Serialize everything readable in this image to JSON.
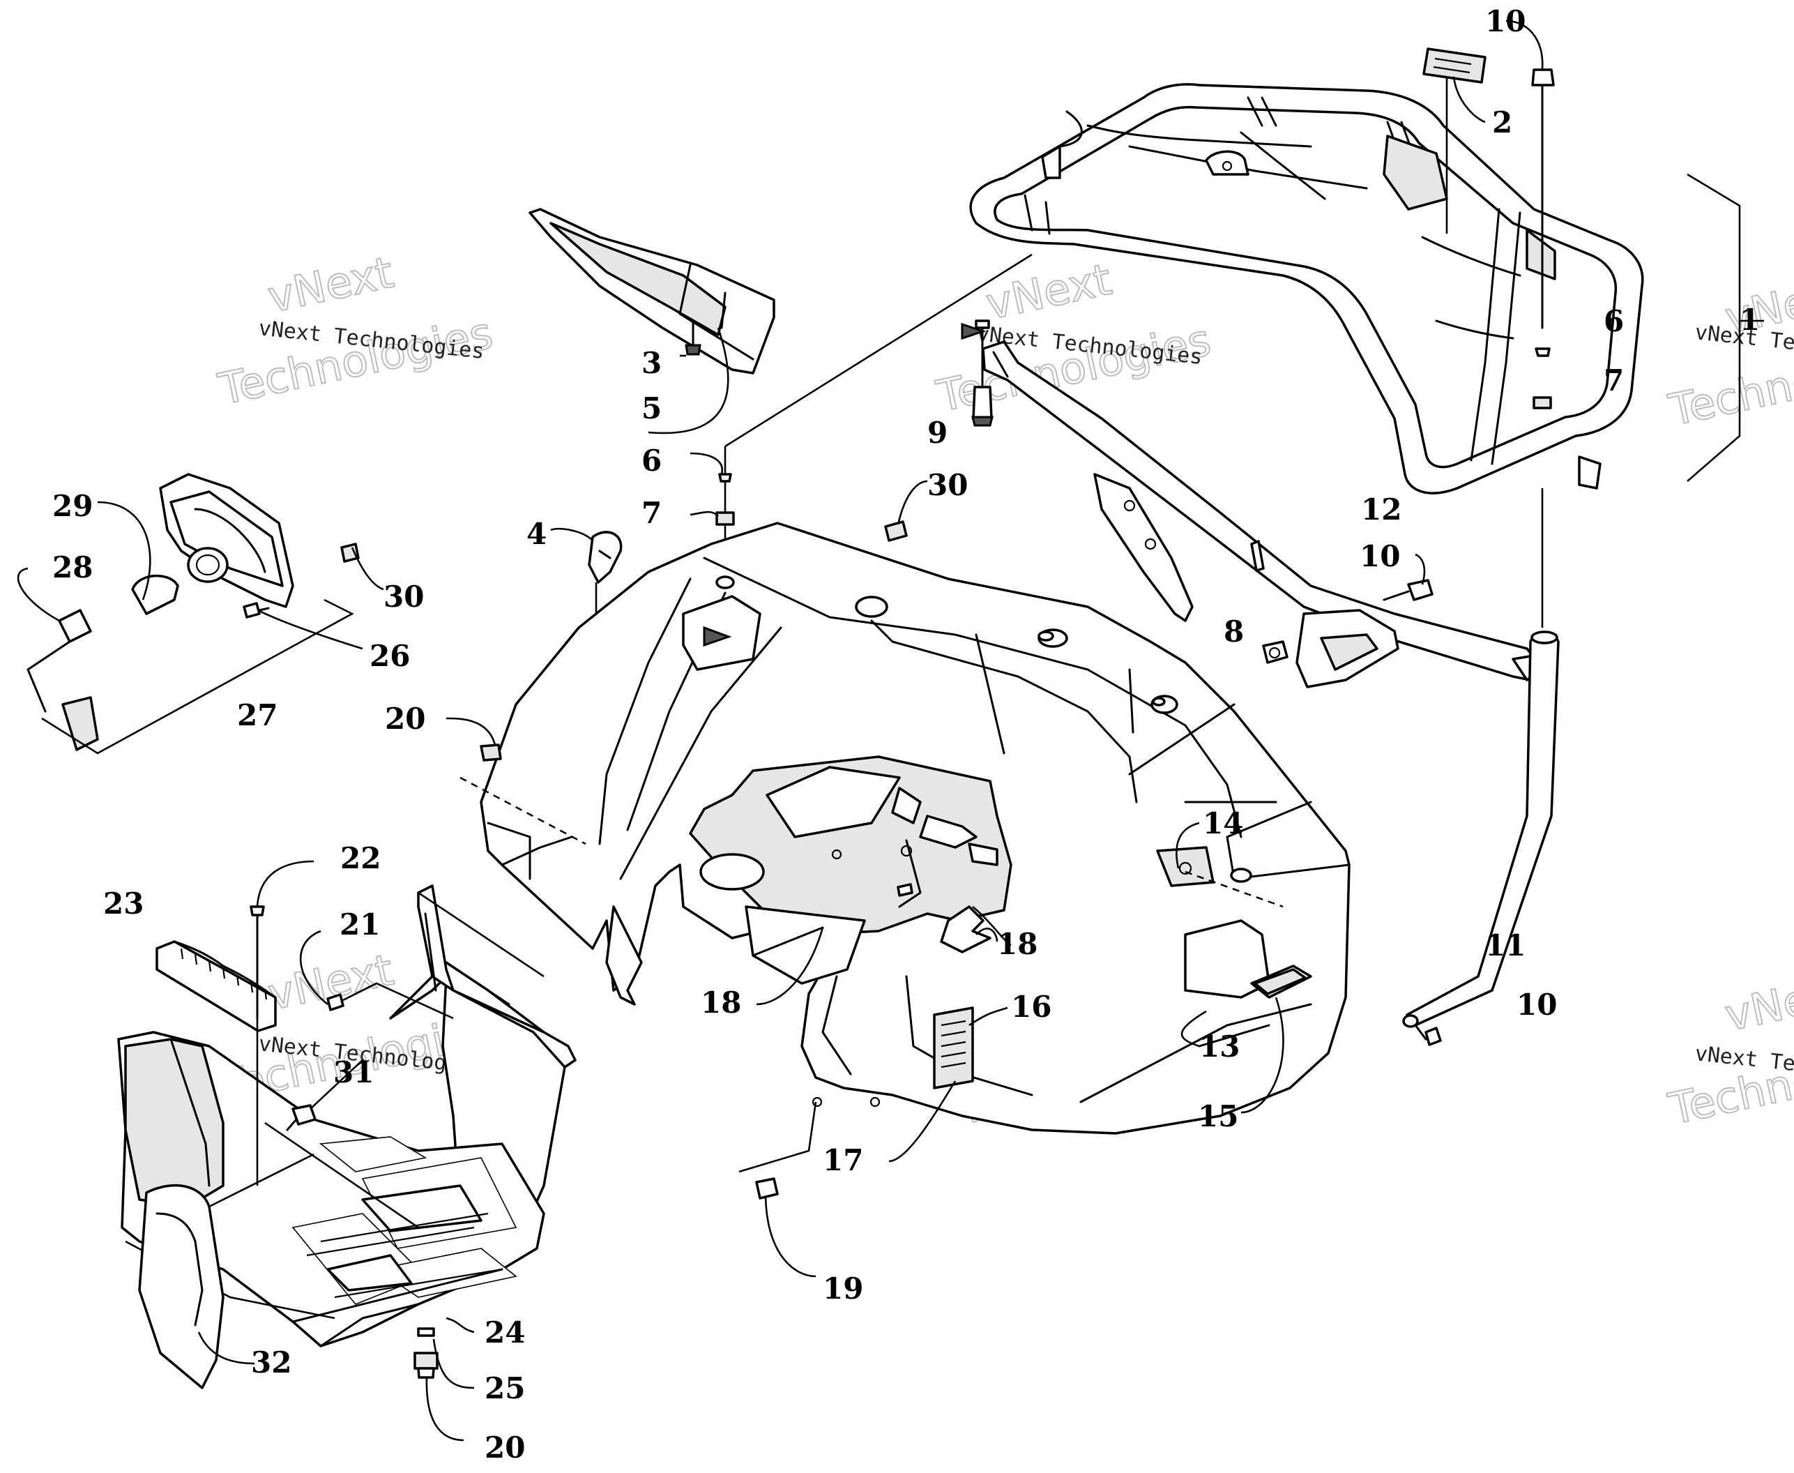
{
  "watermark": {
    "line": "vNext Technologies",
    "word1": "vNext",
    "word2": "Technologies"
  },
  "callouts": {
    "c1": "1",
    "c2": "2",
    "c3": "3",
    "c4": "4",
    "c5": "5",
    "c6": "6",
    "c7": "7",
    "c8": "8",
    "c9": "9",
    "c10": "10",
    "c11": "11",
    "c12": "12",
    "c13": "13",
    "c14": "14",
    "c15": "15",
    "c16": "16",
    "c17": "17",
    "c18": "18",
    "c19": "19",
    "c20": "20",
    "c21": "21",
    "c22": "22",
    "c23": "23",
    "c24": "24",
    "c25": "25",
    "c26": "26",
    "c27": "27",
    "c28": "28",
    "c29": "29",
    "c30": "30",
    "c31": "31",
    "c32": "32"
  }
}
